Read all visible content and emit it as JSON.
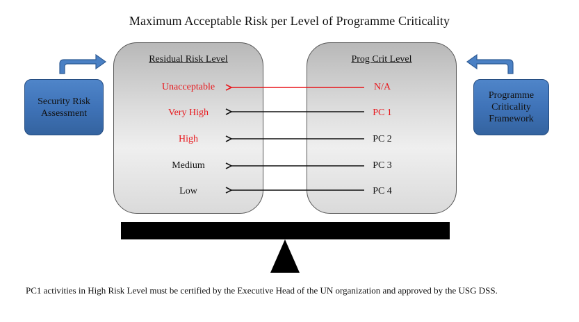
{
  "title": "Maximum Acceptable Risk per Level of Programme Criticality",
  "left_panel": {
    "heading": "Residual Risk Level",
    "levels": [
      "Unacceptable",
      "Very High",
      "High",
      "Medium",
      "Low"
    ]
  },
  "right_panel": {
    "heading": "Prog Crit Level",
    "levels": [
      "N/A",
      "PC 1",
      "PC 2",
      "PC 3",
      "PC 4"
    ]
  },
  "left_box": {
    "label": "Security Risk Assessment"
  },
  "right_box": {
    "label": "Programme Criticality Framework"
  },
  "footnote": "PC1 activities in High Risk Level must be certified by the Executive Head of the UN organization and approved by the USG DSS.",
  "colors": {
    "red_text": "#e8161b",
    "black_text": "#111111",
    "red_arrow": "#e8161b",
    "black_arrow": "#111111",
    "box_blue": "#3f73b8"
  },
  "red_rows": {
    "left": [
      0,
      1,
      2
    ],
    "right": [
      0,
      1
    ],
    "arrows": [
      0
    ]
  },
  "icons": {
    "left_curved_arrow": "curved-arrow-right-icon",
    "right_curved_arrow": "curved-arrow-left-icon"
  }
}
